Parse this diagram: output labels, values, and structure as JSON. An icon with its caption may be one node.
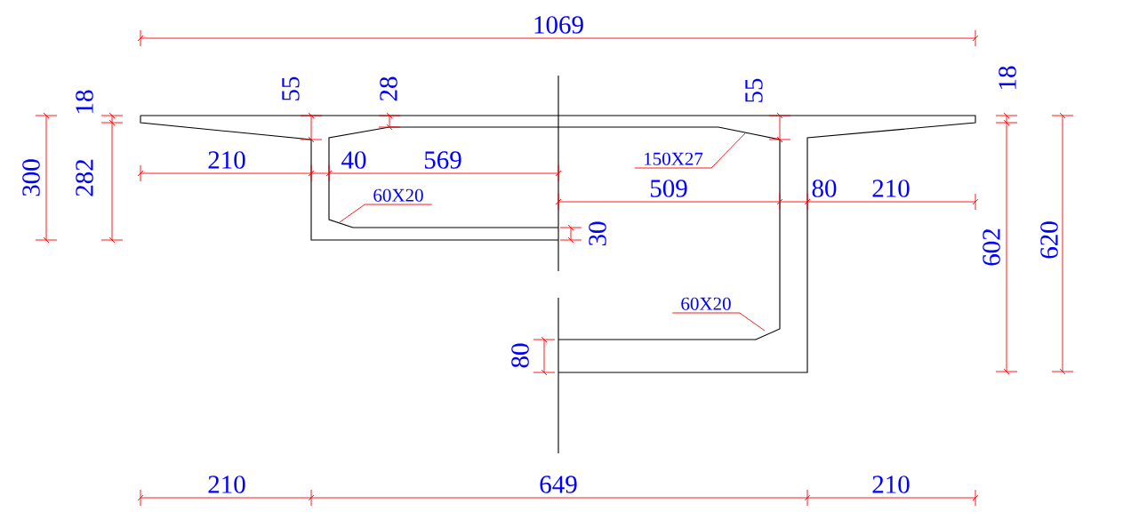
{
  "diagram": {
    "nodes": [
      {
        "text": [
          "150X27"
        ]
      },
      {
        "text": [
          "60X20"
        ]
      },
      {
        "text": [
          "60X20"
        ]
      }
    ],
    "edges": [
      {
        "from": 0,
        "to": null,
        "arrow": "none"
      },
      {
        "from": 1,
        "to": null,
        "arrow": "none"
      },
      {
        "from": 2,
        "to": null,
        "arrow": "none"
      }
    ],
    "labels": [
      "1069",
      "55",
      "28",
      "55",
      "18",
      "18",
      "300",
      "282",
      "210",
      "40",
      "569",
      "509",
      "80",
      "210",
      "30",
      "602",
      "620",
      "80",
      "210",
      "649",
      "210"
    ]
  }
}
